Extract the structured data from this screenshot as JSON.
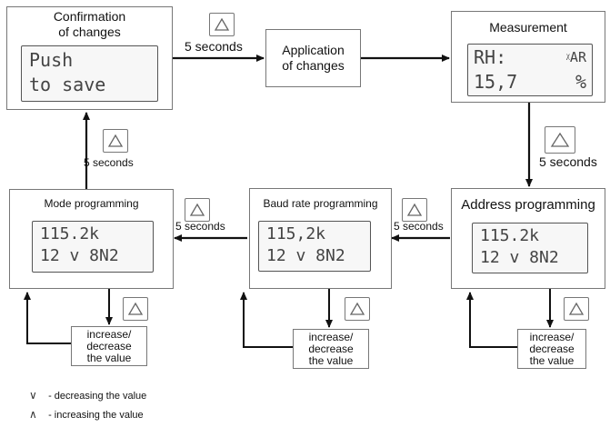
{
  "confirm": {
    "title1": "Confirmation",
    "title2": "of changes",
    "lcd1": "Push",
    "lcd2": "to save"
  },
  "apply": {
    "line1": "Application",
    "line2": "of changes"
  },
  "measurement": {
    "title": "Measurement",
    "lcd1_left": "RH:",
    "lcd1_right": "ᵡAR",
    "lcd2_left": "15,7",
    "lcd2_right": "%"
  },
  "address": {
    "title": "Address programming",
    "lcd1": "115.2k",
    "lcd2": "12 v 8N2"
  },
  "baud": {
    "title": "Baud rate programming",
    "lcd1": "115,2k",
    "lcd2": "12 v 8N2"
  },
  "mode": {
    "title": "Mode programming",
    "lcd1": "115.2k",
    "lcd2": "12 v 8N2"
  },
  "labels": {
    "t_confirm_apply": "5 seconds",
    "t_meas_addr": "5 seconds",
    "t_addr_baud": "5 seconds",
    "t_baud_mode": "5 seconds",
    "t_mode_confirm": "5 seconds"
  },
  "inc": {
    "mode": [
      "increase/",
      "decrease",
      "the value"
    ],
    "baud": [
      "increase/",
      "decrease",
      "the value"
    ],
    "addr": [
      "increase/",
      "decrease",
      "the value"
    ]
  },
  "legend": {
    "down_symbol": "∨",
    "down_text": "- decreasing the value",
    "up_symbol": "∧",
    "up_text": "- increasing the value"
  }
}
